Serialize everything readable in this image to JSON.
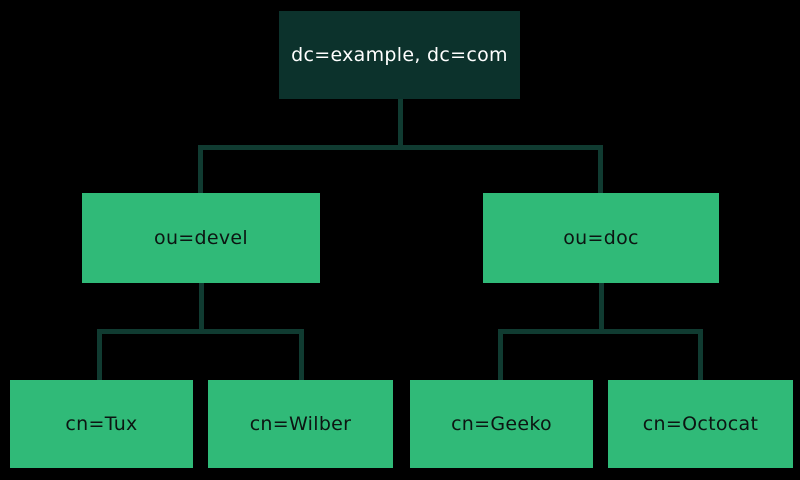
{
  "colors": {
    "background": "#000000",
    "root_fill": "#0C322C",
    "root_text": "#FFFFFF",
    "node_fill": "#30BA78",
    "node_text": "#0C1512",
    "connector": "#103B31"
  },
  "tree": {
    "root": {
      "label": "dc=example, dc=com"
    },
    "branches": [
      {
        "label": "ou=devel",
        "children": [
          {
            "label": "cn=Tux"
          },
          {
            "label": "cn=Wilber"
          }
        ]
      },
      {
        "label": "ou=doc",
        "children": [
          {
            "label": "cn=Geeko"
          },
          {
            "label": "cn=Octocat"
          }
        ]
      }
    ]
  }
}
